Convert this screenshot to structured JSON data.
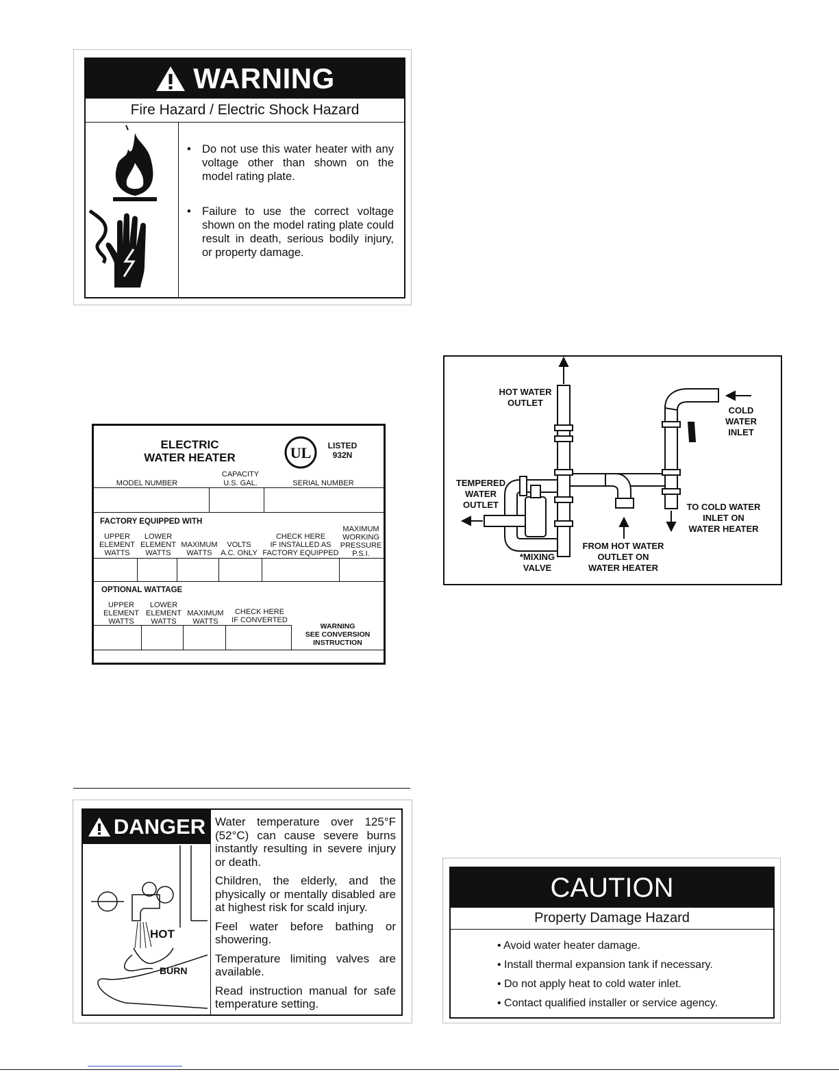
{
  "warning_label": {
    "heading": "WARNING",
    "subheading": "Fire Hazard / Electric Shock Hazard",
    "bullets": [
      "Do not use this water heater with any voltage other than shown on the model rating plate.",
      "Failure to use the correct voltage shown on the model rating plate could result in death, serious bodily injury, or property damage."
    ],
    "icons": [
      "fire-hazard-icon",
      "electric-shock-hand-icon"
    ]
  },
  "rating_plate": {
    "title_line1": "ELECTRIC",
    "title_line2": "WATER HEATER",
    "ul_mark": "UL",
    "listed_line1": "LISTED",
    "listed_line2": "932N",
    "capacity_line1": "CAPACITY",
    "capacity_line2": "U.S. GAL.",
    "model_number": "MODEL NUMBER",
    "serial_number": "SERIAL NUMBER",
    "factory_heading": "FACTORY EQUIPPED WITH",
    "factory_cols": [
      [
        "UPPER",
        "ELEMENT",
        "WATTS"
      ],
      [
        "LOWER",
        "ELEMENT",
        "WATTS"
      ],
      [
        "MAXIMUM",
        "WATTS"
      ],
      [
        "VOLTS",
        "A.C. ONLY"
      ],
      [
        "CHECK  HERE",
        "IF INSTALLED AS",
        "FACTORY EQUIPPED"
      ],
      [
        "MAXIMUM",
        "WORKING",
        "PRESSURE",
        "P.S.I."
      ]
    ],
    "optional_heading": "OPTIONAL WATTAGE",
    "optional_cols": [
      [
        "UPPER",
        "ELEMENT",
        "WATTS"
      ],
      [
        "LOWER",
        "ELEMENT",
        "WATTS"
      ],
      [
        "MAXIMUM",
        "WATTS"
      ],
      [
        "CHECK HERE",
        "IF CONVERTED"
      ]
    ],
    "warning_note": [
      "WARNING",
      "SEE CONVERSION",
      "INSTRUCTION"
    ]
  },
  "piping_diagram": {
    "hot_outlet": [
      "HOT WATER",
      "OUTLET"
    ],
    "cold_inlet": [
      "COLD",
      "WATER",
      "INLET"
    ],
    "tempered_outlet": [
      "TEMPERED",
      "WATER",
      "OUTLET"
    ],
    "to_cold_inlet": [
      "TO COLD WATER",
      "INLET ON",
      "WATER HEATER"
    ],
    "from_hot_outlet": [
      "FROM HOT WATER",
      "OUTLET ON",
      "WATER HEATER"
    ],
    "mixing_valve": [
      "*MIXING",
      "VALVE"
    ]
  },
  "danger_label": {
    "heading": "DANGER",
    "paragraphs": [
      "Water temperature over 125°F (52°C) can cause severe burns instantly resulting in severe injury or death.",
      "Children, the elderly, and the physically or mentally disabled are at highest risk for scald  injury.",
      "Feel water before bathing or showering.",
      "Temperature limiting valves are available.",
      "Read instruction manual for safe temperature setting."
    ],
    "illustration_hot": "HOT",
    "illustration_burn": "BURN"
  },
  "caution_label": {
    "heading": "CAUTION",
    "subheading": "Property Damage Hazard",
    "bullets": [
      "• Avoid water heater damage.",
      "• Install thermal expansion tank if necessary.",
      "• Do not apply heat to cold water inlet.",
      "• Contact qualified installer or service agency."
    ]
  }
}
